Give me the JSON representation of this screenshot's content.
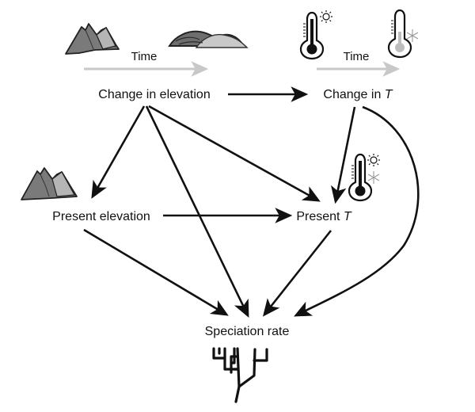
{
  "diagram": {
    "type": "causal-diagram",
    "nodes": {
      "change_elevation": {
        "label": "Change in elevation"
      },
      "change_t": {
        "label_prefix": "Change in ",
        "label_var": "T"
      },
      "present_elevation": {
        "label": "Present elevation"
      },
      "present_t": {
        "label_prefix": "Present ",
        "label_var": "T"
      },
      "speciation_rate": {
        "label": "Speciation rate"
      }
    },
    "time_labels": {
      "elevation_time": "Time",
      "temperature_time": "Time"
    },
    "edges": [
      {
        "from": "Change in elevation",
        "to": "Change in T"
      },
      {
        "from": "Change in elevation",
        "to": "Present elevation"
      },
      {
        "from": "Change in elevation",
        "to": "Present T"
      },
      {
        "from": "Change in elevation",
        "to": "Speciation rate"
      },
      {
        "from": "Change in T",
        "to": "Present T"
      },
      {
        "from": "Change in T",
        "to": "Speciation rate"
      },
      {
        "from": "Present elevation",
        "to": "Present T"
      },
      {
        "from": "Present elevation",
        "to": "Speciation rate"
      },
      {
        "from": "Present T",
        "to": "Speciation rate"
      }
    ],
    "icons": [
      "tall-mountains-icon",
      "eroded-hills-icon",
      "hot-thermometer-icon",
      "cold-thermometer-icon",
      "present-mountains-icon",
      "present-thermometer-icon",
      "phylogeny-tree-icon"
    ],
    "colors": {
      "edge": "#111111",
      "time_arrow": "#c8c8c8",
      "mountain_dark": "#6e6e6e",
      "mountain_light": "#bdbdbd"
    }
  }
}
